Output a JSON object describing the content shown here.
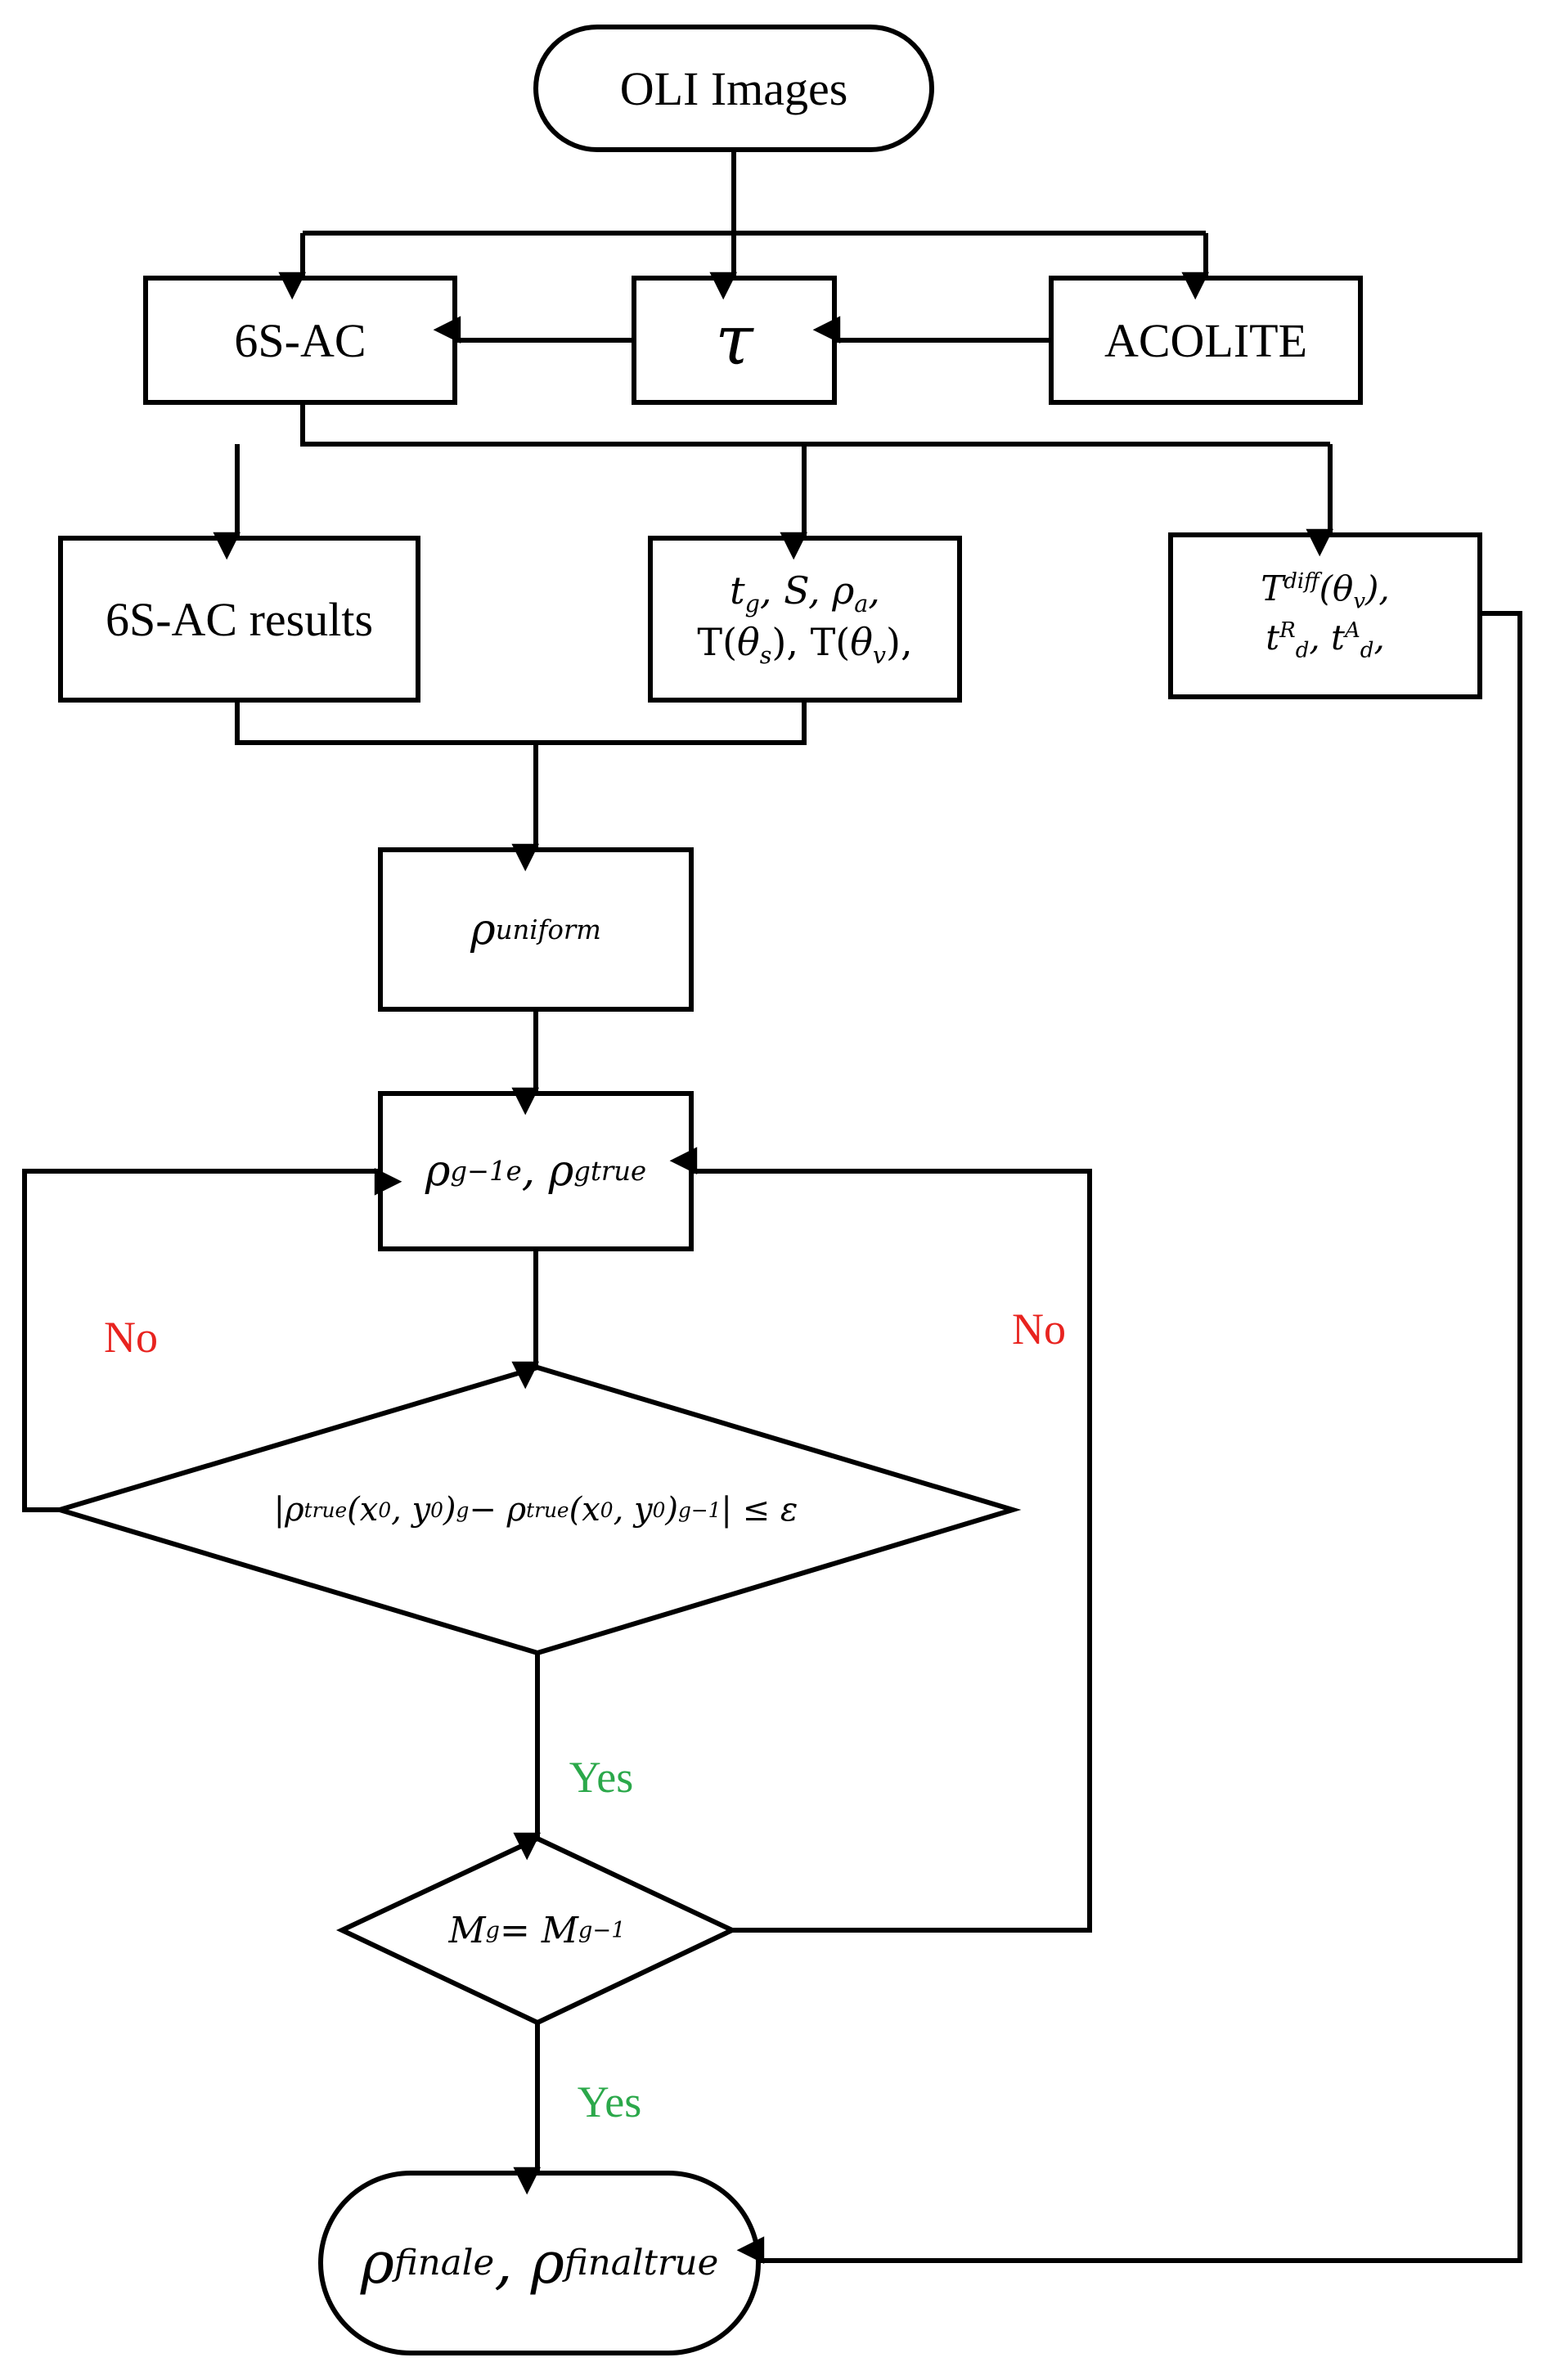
{
  "nodes": {
    "oli": "OLI Images",
    "sixs": "6S-AC",
    "tau": "τ",
    "acolite": "ACOLITE",
    "results": "6S-AC results",
    "params_line1": {
      "a": "t",
      "a_sub": "g",
      "b": ", S, ",
      "c": "ρ",
      "c_sub": "a",
      "d": ","
    },
    "params_line2": {
      "a": "T(",
      "b": "θ",
      "b_sub": "s",
      "c": "), T(",
      "d": "θ",
      "d_sub": "v",
      "e": "),"
    },
    "tdiff_line1": {
      "a": "T",
      "a_sup": "diff",
      "b": "(θ",
      "b_sub": "v",
      "c": "),"
    },
    "tdiff_line2": {
      "a": "t",
      "a_sup": "R",
      "a_sub": "d",
      "b": ", t",
      "b_sup": "A",
      "b_sub": "d",
      "c": ","
    },
    "uniform": {
      "base": "ρ",
      "sub": "uniform"
    },
    "iter": {
      "a": "ρ",
      "a_sup": "g−1",
      "a_sub": "e",
      "b": ", ρ",
      "b_sup": "g",
      "b_sub": "true"
    },
    "condition": {
      "a": "|ρ",
      "a_sub": "true",
      "b": "(x",
      "b_sub": "0",
      "c": ", y",
      "c_sub": "0",
      "d": ")",
      "d_sup": "g",
      "e": " − ρ",
      "e_sub": "true",
      "f": "(x",
      "f_sub": "0",
      "g": ", y",
      "g_sub": "0",
      "h": ")",
      "h_sup": "g−1",
      "i": "| ≤ ε"
    },
    "model": {
      "a": "M",
      "a_sup": "g",
      "b": " = M",
      "b_sup": "g−1"
    },
    "final": {
      "a": "ρ",
      "a_sup": "final",
      "a_sub": "e",
      "b": " ,  ρ",
      "b_sup": "final",
      "b_sub": "true"
    }
  },
  "edge_labels": {
    "no_left": "No",
    "no_right": "No",
    "yes_1": "Yes",
    "yes_2": "Yes"
  },
  "colors": {
    "stroke": "#000000",
    "no": "#e8231f",
    "yes": "#2ba84a"
  }
}
